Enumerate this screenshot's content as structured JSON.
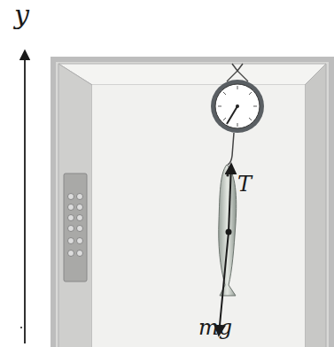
{
  "diagram": {
    "labels": [
      "y",
      "T",
      "mg"
    ]
  }
}
